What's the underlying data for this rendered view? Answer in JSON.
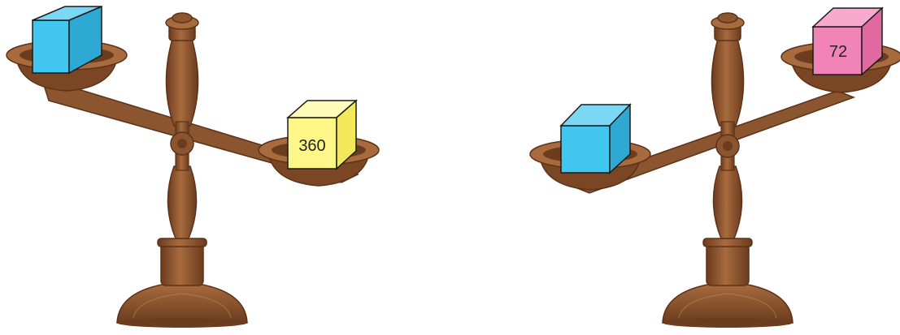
{
  "scales": [
    {
      "tilt": "left-side-up",
      "left_pan": {
        "cube_color": "blue",
        "label": ""
      },
      "right_pan": {
        "cube_color": "yellow",
        "label": "360"
      }
    },
    {
      "tilt": "right-side-up",
      "left_pan": {
        "cube_color": "blue",
        "label": ""
      },
      "right_pan": {
        "cube_color": "pink",
        "label": "72"
      }
    }
  ],
  "colors": {
    "wood": "#8b5530",
    "wood_dark": "#6b3c1e",
    "wood_light": "#a86b3e",
    "blue_front": "#41c6f0",
    "blue_top": "#7ad8f5",
    "blue_side": "#2ea9d3",
    "yellow_front": "#fef788",
    "yellow_top": "#fffbb8",
    "yellow_side": "#f2e85a",
    "pink_front": "#f184b6",
    "pink_top": "#f7aacc",
    "pink_side": "#e06aa0"
  }
}
